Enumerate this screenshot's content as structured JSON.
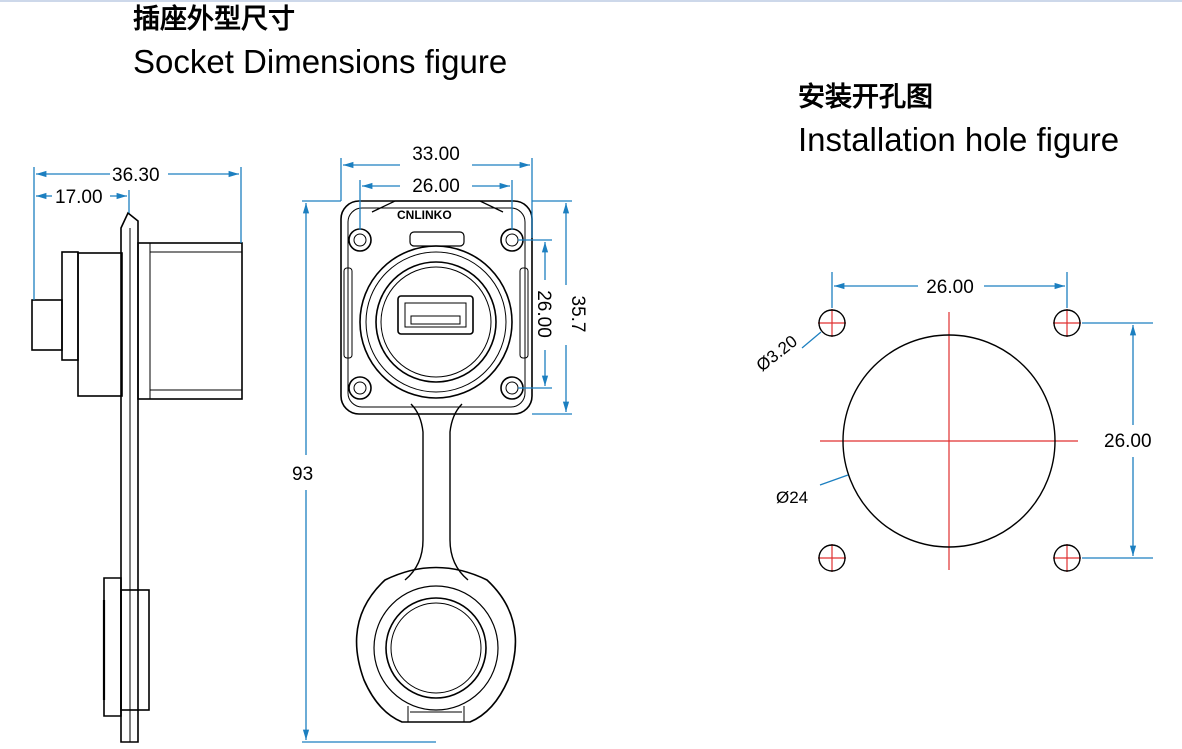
{
  "socket_section": {
    "title_cn": "插座外型尺寸",
    "title_en": "Socket Dimensions figure",
    "side_view": {
      "overall_depth": "36.30",
      "flange_depth": "17.00"
    },
    "front_view": {
      "flange_width": "33.00",
      "hole_spacing_horizontal": "26.00",
      "hole_spacing_vertical": "26.00",
      "flange_height": "35.7",
      "overall_height": "93",
      "logo_text": "CNLINKO"
    }
  },
  "install_section": {
    "title_cn": "安装开孔图",
    "title_en": "Installation hole figure",
    "hole_spacing_horizontal": "26.00",
    "hole_spacing_vertical": "26.00",
    "mount_hole_diameter": "Ø3.20",
    "center_hole_diameter": "Ø24"
  },
  "colors": {
    "dimension_line": "#1c7fc0",
    "centerline": "#e03030",
    "outline": "#000000",
    "title_line": "#cdd8ea"
  }
}
